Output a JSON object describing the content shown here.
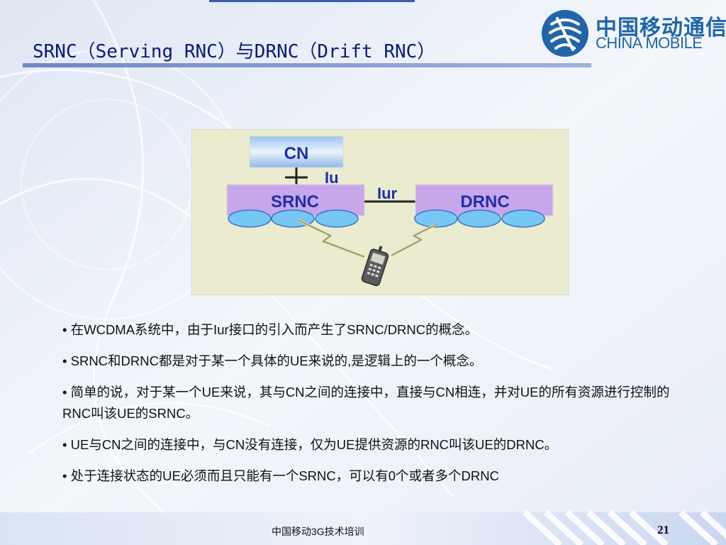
{
  "slide": {
    "title": "SRNC（Serving RNC）与DRNC（Drift RNC）",
    "logo": {
      "cn": "中国移动通信",
      "en": "CHINA MOBILE"
    },
    "diagram": {
      "cn_label": "CN",
      "iu_label": "Iu",
      "iur_label": "Iur",
      "srnc_label": "SRNC",
      "drnc_label": "DRNC"
    },
    "bullets": [
      "• 在WCDMA系统中，由于Iur接口的引入而产生了SRNC/DRNC的概念。",
      "• SRNC和DRNC都是对于某一个具体的UE来说的,是逻辑上的一个概念。",
      "• 简单的说，对于某一个UE来说，其与CN之间的连接中，直接与CN相连，并对UE的所有资源进行控制的RNC叫该UE的SRNC。",
      "• UE与CN之间的连接中，与CN没有连接，仅为UE提供资源的RNC叫该UE的DRNC。",
      "• 处于连接状态的UE必须而且只能有一个SRNC，可以有0个或者多个DRNC"
    ],
    "footer": {
      "text": "中国移动3G技术培训",
      "page": "21"
    }
  }
}
